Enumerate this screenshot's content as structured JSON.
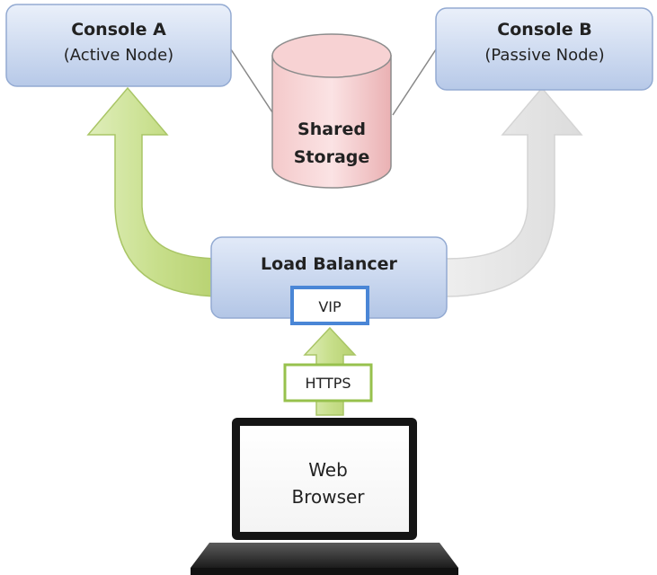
{
  "nodes": {
    "console_a": {
      "title": "Console A",
      "subtitle": "(Active Node)"
    },
    "console_b": {
      "title": "Console B",
      "subtitle": "(Passive Node)"
    },
    "shared_storage": {
      "line1": "Shared",
      "line2": "Storage"
    },
    "load_balancer": {
      "title": "Load Balancer",
      "vip": "VIP"
    },
    "https": {
      "label": "HTTPS"
    },
    "web_browser": {
      "line1": "Web",
      "line2": "Browser"
    }
  },
  "colors": {
    "box_fill_top": "#e4ecf8",
    "box_fill_bottom": "#b9cbe8",
    "box_border": "#8ea7cf",
    "storage_fill": "#f2b9bb",
    "active_arrow": "#c5dc8a",
    "passive_arrow": "#e6e6e6",
    "vip_border": "#4a86d6",
    "https_border": "#97c14d"
  }
}
